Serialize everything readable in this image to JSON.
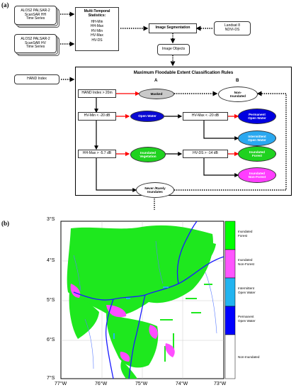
{
  "panel_a": {
    "label": "(a)",
    "inputs": {
      "hh_series": "ALOS2 PALSAR-2\nScanSAR HH\nTime Series",
      "hv_series": "ALOS2 PALSAR-2\nScanSAR HV\nTime Series",
      "landsat": "Landsat 8\nNDVI-DS",
      "hand": "HAND Index"
    },
    "stats": {
      "title": "Multi-Temporal\nStatistics:",
      "items": [
        "HH-Min",
        "HH-Max",
        "HV-Min",
        "HV-Max",
        "HV-DS"
      ]
    },
    "segmentation": "Image Segmentation",
    "objects": "Image Objects",
    "rules": {
      "title": "Maximum Floodable Extent Classification Rules",
      "col_a": "A",
      "col_b": "B",
      "conditions": [
        "HAND Index > 20m",
        "HV-Min < -20 dB",
        "HV-Max < -20 dB",
        "HH-Max > -5.7 dB",
        "HV-DS > -14 dB"
      ],
      "classes": {
        "masked": "Masked",
        "non_inundated": "Non-\nInundated",
        "open_water": "Open Water",
        "permanent": "Permanent\nOpen Water",
        "intermittent": "Intermittent\nOpen Water",
        "inund_veg": "Inundated\nVegetation",
        "inund_forest": "Inundated\nForest",
        "inund_nonforest": "Inundated\nNon-Forest",
        "never": "Never /Rarely\nInundates"
      }
    },
    "colors": {
      "masked": "#c9c9c9",
      "open_water": "#0a0ad2",
      "permanent": "#0000e0",
      "intermittent": "#2aa8f0",
      "inundated": "#1fd21f",
      "nonforest": "#ff3dff",
      "red_arrow": "#ff0000"
    }
  },
  "panel_b": {
    "label": "(b)",
    "map": {
      "lat_labels": [
        "3°S",
        "4°S",
        "5°S",
        "6°S",
        "7°S"
      ],
      "lon_labels": [
        "77°W",
        "76°W",
        "75°W",
        "74°W",
        "73°W"
      ]
    },
    "legend": [
      {
        "label": "Inundated\nForest",
        "color": "#00ff00"
      },
      {
        "label": "Inundated\nNon-Forest",
        "color": "#ff55ff"
      },
      {
        "label": "Intermittent\nOpen Water",
        "color": "#22b4f0"
      },
      {
        "label": "Permanent\nOpen Water",
        "color": "#0000ff"
      },
      {
        "label": "Non-Inundated",
        "color": "#ffffff"
      }
    ]
  }
}
